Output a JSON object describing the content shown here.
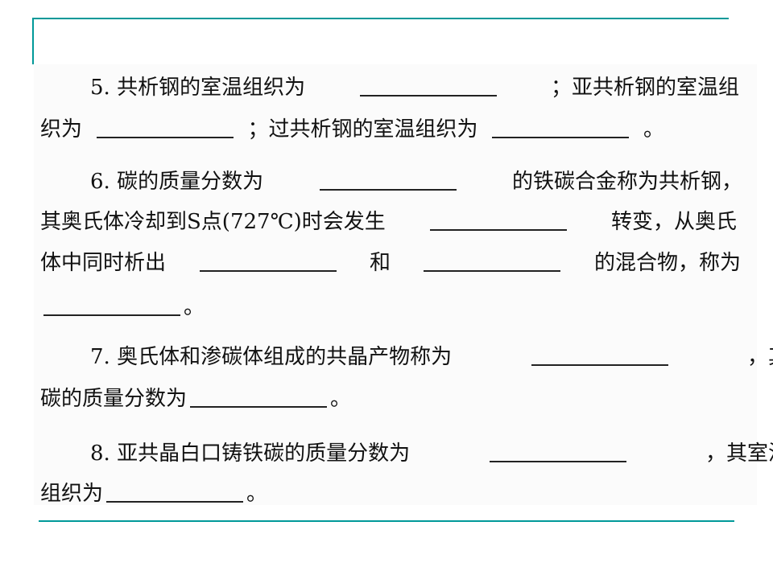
{
  "colors": {
    "accent": "#009999",
    "panel": "#fbfbfb",
    "text": "#111111"
  },
  "questions": [
    {
      "lines": [
        {
          "segments": [
            {
              "t": "5.  共析钢的室温组织为"
            },
            {
              "blank": true
            },
            {
              "t": "；亚共析钢的室温组"
            }
          ]
        },
        {
          "segments": [
            {
              "t": "织为"
            },
            {
              "blank": true
            },
            {
              "t": "；过共析钢的室温组织为"
            },
            {
              "blank": true
            },
            {
              "t": "。"
            }
          ]
        }
      ]
    },
    {
      "lines": [
        {
          "segments": [
            {
              "t": "6.  碳的质量分数为"
            },
            {
              "blank": true
            },
            {
              "t": "的铁碳合金称为共析钢，"
            }
          ]
        },
        {
          "segments": [
            {
              "t": "其奥氏体冷却到S点(727℃)时会发生"
            },
            {
              "blank": true
            },
            {
              "t": "转变，从奥氏"
            }
          ]
        },
        {
          "segments": [
            {
              "t": "体中同时析出"
            },
            {
              "blank": true
            },
            {
              "t": "和"
            },
            {
              "blank": true
            },
            {
              "t": "的混合物，称为"
            }
          ]
        },
        {
          "segments": [
            {
              "blank": true
            },
            {
              "t": "。"
            }
          ]
        }
      ]
    },
    {
      "lines": [
        {
          "segments": [
            {
              "t": "7.  奥氏体和渗碳体组成的共晶产物称为"
            },
            {
              "blank": true
            },
            {
              "t": "，其"
            }
          ]
        },
        {
          "segments": [
            {
              "t": "碳的质量分数为"
            },
            {
              "blank": true
            },
            {
              "t": "。"
            }
          ]
        }
      ]
    },
    {
      "lines": [
        {
          "segments": [
            {
              "t": "8.  亚共晶白口铸铁碳的质量分数为"
            },
            {
              "blank": true
            },
            {
              "t": "，其室温"
            }
          ]
        },
        {
          "segments": [
            {
              "t": "组织为"
            },
            {
              "blank": true
            },
            {
              "t": "。"
            }
          ]
        }
      ]
    }
  ]
}
